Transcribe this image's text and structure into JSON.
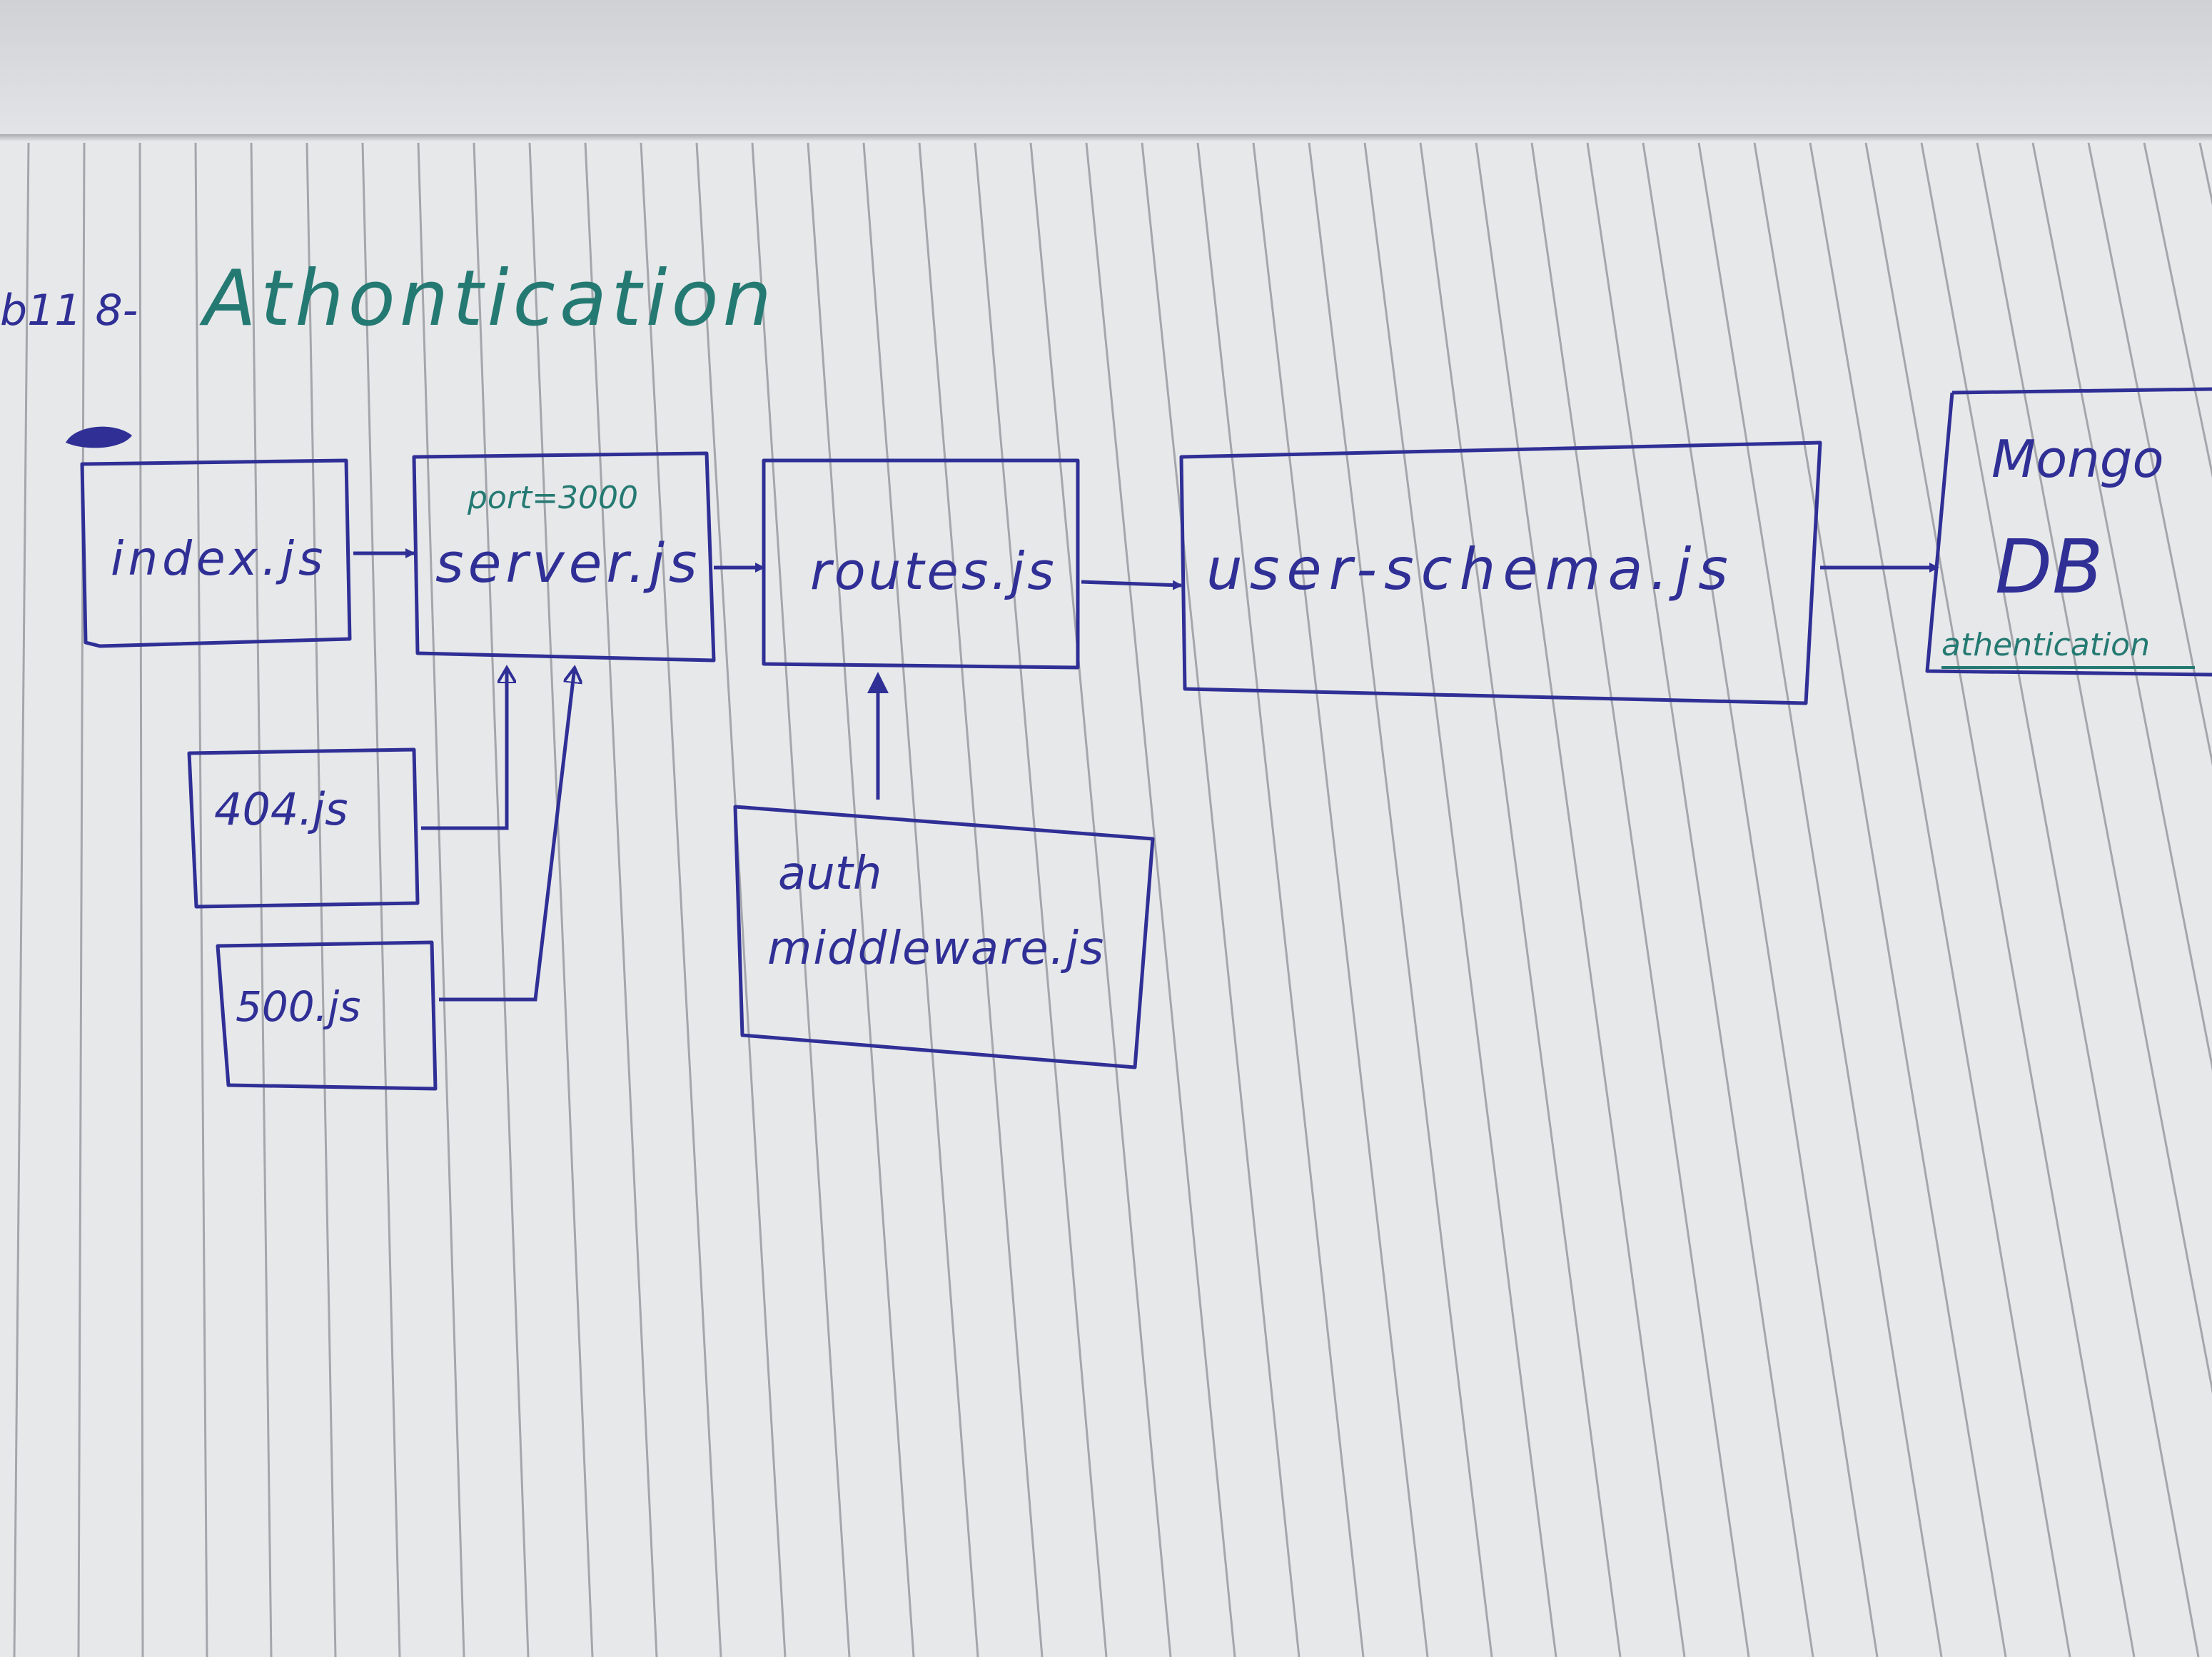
{
  "title": {
    "prefix": "b11 8-",
    "text": "Athontication"
  },
  "nodes": {
    "index": "index.js",
    "server": "server.js",
    "server_note": "port=3000",
    "routes": "routes.js",
    "user_schema": "user-schema.js",
    "mongo_line1": "Mongo",
    "mongo_line2": "DB",
    "mongo_note": "athentication",
    "e404": "404.js",
    "e500": "500.js",
    "auth_line1": "auth",
    "auth_line2": "middleware.js"
  },
  "colors": {
    "ink_blue": "#2f2f96",
    "ink_teal": "#247a72",
    "ruled_line": "#a4a6ab",
    "paper": "#e7e8ea"
  }
}
